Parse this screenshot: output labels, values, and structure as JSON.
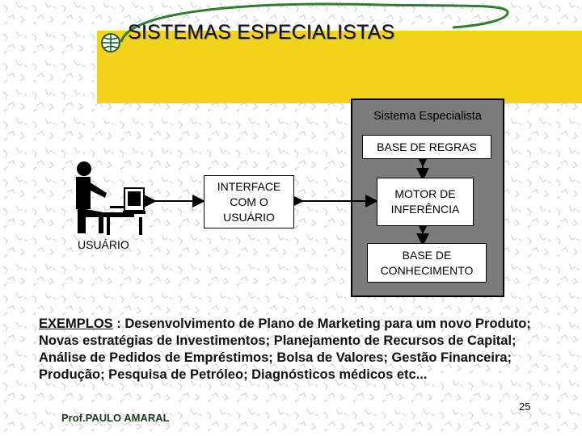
{
  "slide": {
    "title": "SISTEMAS ESPECIALISTAS",
    "accent_color": "#f2d21a",
    "swoosh_color": "#2e7d32",
    "box_color": "#7b7b7b"
  },
  "diagram": {
    "system_label": "Sistema Especialista",
    "rules": "BASE DE REGRAS",
    "engine": "MOTOR DE INFERÊNCIA",
    "knowledge": "BASE DE CONHECIMENTO",
    "interface": "INTERFACE COM O USUÁRIO",
    "user": "USUÁRIO"
  },
  "examples": {
    "label": "EXEMPLOS",
    "text": " : Desenvolvimento de Plano de Marketing para um novo Produto; Novas estratégias de Investimentos; Planejamento de Recursos de Capital; Análise de Pedidos de Empréstimos; Bolsa de Valores; Gestão Financeira; Produção; Pesquisa de Petróleo; Diagnósticos médicos etc..."
  },
  "footer": {
    "page_number": "25",
    "author": "Prof.PAULO AMARAL"
  }
}
